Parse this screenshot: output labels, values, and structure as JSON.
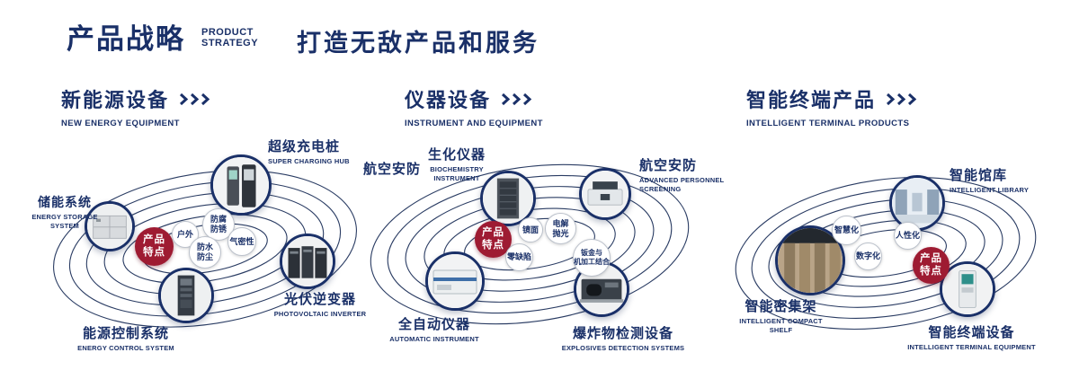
{
  "header": {
    "title": "产品战略",
    "subtitle_line1": "PRODUCT",
    "subtitle_line2": "STRATEGY",
    "tagline": "打造无敌产品和服务"
  },
  "badge_label": "产品\n特点",
  "icons": {
    "section_arrow": "triple-chevron-right"
  },
  "colors": {
    "navy": "#1a3068",
    "red": "#9e1b32"
  },
  "sections": [
    {
      "title": "新能源设备",
      "subtitle": "NEW ENERGY EQUIPMENT",
      "items": [
        {
          "label": "超级充电桩",
          "sublabel": "SUPER CHARGING HUB"
        },
        {
          "label": "储能系统",
          "sublabel": "ENERGY STORAGE\nSYSTEM"
        },
        {
          "label": "光伏逆变器",
          "sublabel": "PHOTOVOLTAIC INVERTER"
        },
        {
          "label": "能源控制系统",
          "sublabel": "ENERGY CONTROL SYSTEM"
        }
      ],
      "bubbles": [
        "户外",
        "防腐\n防锈",
        "气密性",
        "防水\n防尘"
      ]
    },
    {
      "title": "仪器设备",
      "subtitle": "INSTRUMENT AND EQUIPMENT",
      "side_label": "航空安防",
      "items": [
        {
          "label": "生化仪器",
          "sublabel": "BIOCHEMISTRY\nINSTRUMENT"
        },
        {
          "label": "航空安防",
          "sublabel": "ADVANCED PERSONNEL\nSCREENING"
        },
        {
          "label": "全自动仪器",
          "sublabel": "AUTOMATIC INSTRUMENT"
        },
        {
          "label": "爆炸物检测设备",
          "sublabel": "EXPLOSIVES DETECTION SYSTEMS"
        }
      ],
      "bubbles": [
        "镜面",
        "电解\n抛光",
        "零缺陷",
        "钣金与\n机加工结合"
      ]
    },
    {
      "title": "智能终端产品",
      "subtitle": "INTELLIGENT TERMINAL PRODUCTS",
      "items": [
        {
          "label": "智能馆库",
          "sublabel": "INTELLIGENT LIBRARY"
        },
        {
          "label": "智能密集架",
          "sublabel": "INTELLIGENT COMPACT\nSHELF"
        },
        {
          "label": "智能终端设备",
          "sublabel": "INTELLIGENT TERMINAL EQUIPMENT"
        }
      ],
      "bubbles": [
        "智慧化",
        "人性化",
        "数字化"
      ]
    }
  ]
}
